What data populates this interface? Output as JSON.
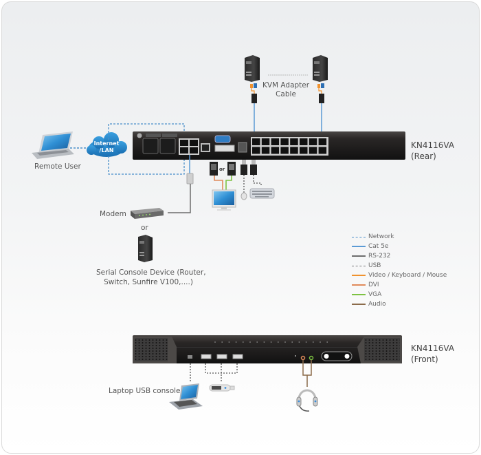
{
  "diagram": {
    "rear_device": {
      "model": "KN4116VA",
      "view": "(Rear)"
    },
    "front_device": {
      "model": "KN4116VA",
      "view": "(Front)"
    },
    "labels": {
      "remote_user": "Remote User",
      "cloud_line1": "Internet",
      "cloud_line2": "/LAN",
      "kvm_adapter_line1": "KVM Adapter",
      "kvm_adapter_line2": "Cable",
      "modem": "Modem",
      "or_text": "or",
      "video_or": "or",
      "serial_line1": "Serial Console Device (Router,",
      "serial_line2": "Switch, Sunfire V100,....)",
      "laptop_usb": "Laptop USB console"
    },
    "legend": [
      {
        "label": "Network",
        "color": "#4a8fc9",
        "style": "dashed"
      },
      {
        "label": "Cat 5e",
        "color": "#5b9bd5",
        "style": "solid"
      },
      {
        "label": "RS-232",
        "color": "#6d6d6d",
        "style": "solid"
      },
      {
        "label": "USB",
        "color": "#777777",
        "style": "dashed"
      },
      {
        "label": "Video / Keyboard / Mouse",
        "color": "#f0922e",
        "style": "solid"
      },
      {
        "label": "DVI",
        "color": "#e08a5a",
        "style": "solid"
      },
      {
        "label": "VGA",
        "color": "#7dc242",
        "style": "solid"
      },
      {
        "label": "Audio",
        "color": "#8b6b4a",
        "style": "solid"
      }
    ]
  }
}
